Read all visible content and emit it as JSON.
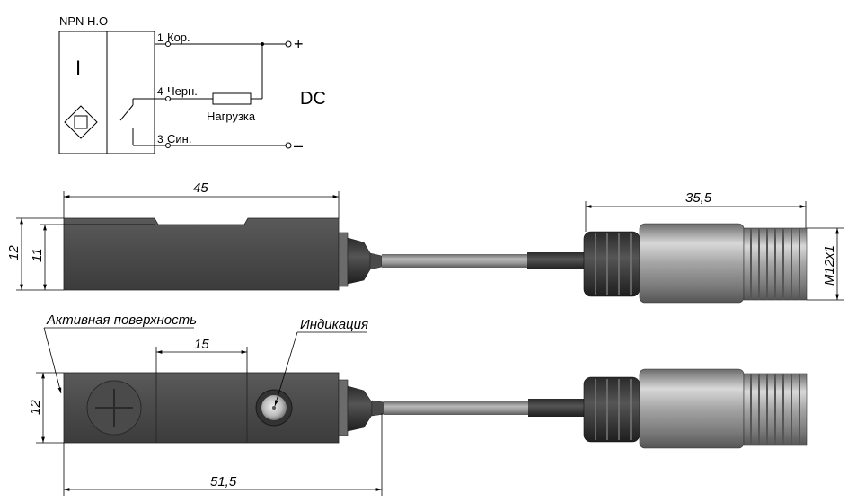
{
  "schematic": {
    "type_label": "NPN H.O",
    "sensor_symbol": "I",
    "terminals": [
      {
        "number": "1",
        "name": "Кор."
      },
      {
        "number": "4",
        "name": "Черн."
      },
      {
        "number": "3",
        "name": "Син."
      }
    ],
    "load_label": "Нагрузка",
    "supply_label": "DC",
    "plus_sign": "+",
    "minus_sign": "–"
  },
  "dimensions": {
    "top_length": "45",
    "top_height_outer": "12",
    "top_height_inner": "11",
    "connector_length": "35,5",
    "thread": "M12x1",
    "bottom_height": "12",
    "window_width": "15",
    "total_length": "51,5"
  },
  "callouts": {
    "active_surface": "Активная поверхность",
    "indication": "Индикация"
  },
  "colors": {
    "body": "#4a4a4a",
    "cable": "#8a8a8a",
    "metal": "#9b9b9b"
  }
}
